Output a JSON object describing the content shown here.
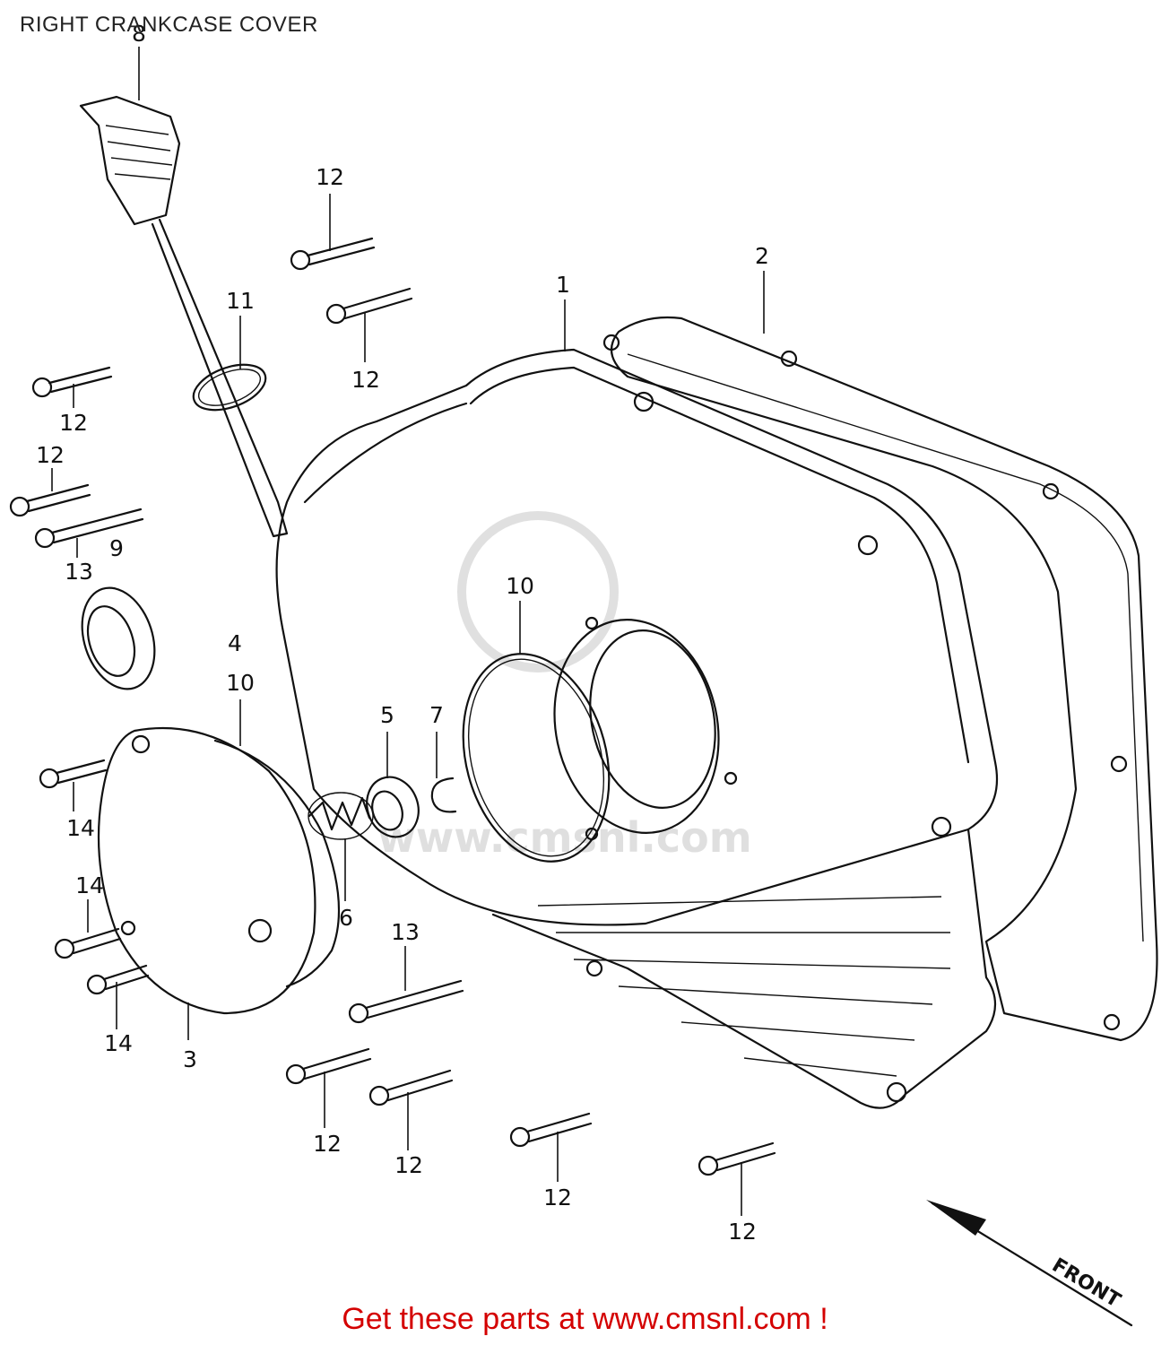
{
  "title": "RIGHT CRANKCASE COVER",
  "footer": "Get these parts at www.cmsnl.com !",
  "direction_label": "FRONT",
  "watermark": "www.cmsnl.com",
  "callouts": [
    {
      "id": "c8",
      "text": "8"
    },
    {
      "id": "c12a",
      "text": "12"
    },
    {
      "id": "c2",
      "text": "2"
    },
    {
      "id": "c1",
      "text": "1"
    },
    {
      "id": "c11",
      "text": "11"
    },
    {
      "id": "c12b",
      "text": "12"
    },
    {
      "id": "c12c",
      "text": "12"
    },
    {
      "id": "c12d",
      "text": "12"
    },
    {
      "id": "c13a",
      "text": "13"
    },
    {
      "id": "c9",
      "text": "9"
    },
    {
      "id": "c10a",
      "text": "10"
    },
    {
      "id": "c4",
      "text": "4"
    },
    {
      "id": "c10b",
      "text": "10"
    },
    {
      "id": "c5",
      "text": "5"
    },
    {
      "id": "c7",
      "text": "7"
    },
    {
      "id": "c14a",
      "text": "14"
    },
    {
      "id": "c14b",
      "text": "14"
    },
    {
      "id": "c6",
      "text": "6"
    },
    {
      "id": "c13b",
      "text": "13"
    },
    {
      "id": "c14c",
      "text": "14"
    },
    {
      "id": "c3",
      "text": "3"
    },
    {
      "id": "c12e",
      "text": "12"
    },
    {
      "id": "c12f",
      "text": "12"
    },
    {
      "id": "c12g",
      "text": "12"
    },
    {
      "id": "c12h",
      "text": "12"
    }
  ]
}
